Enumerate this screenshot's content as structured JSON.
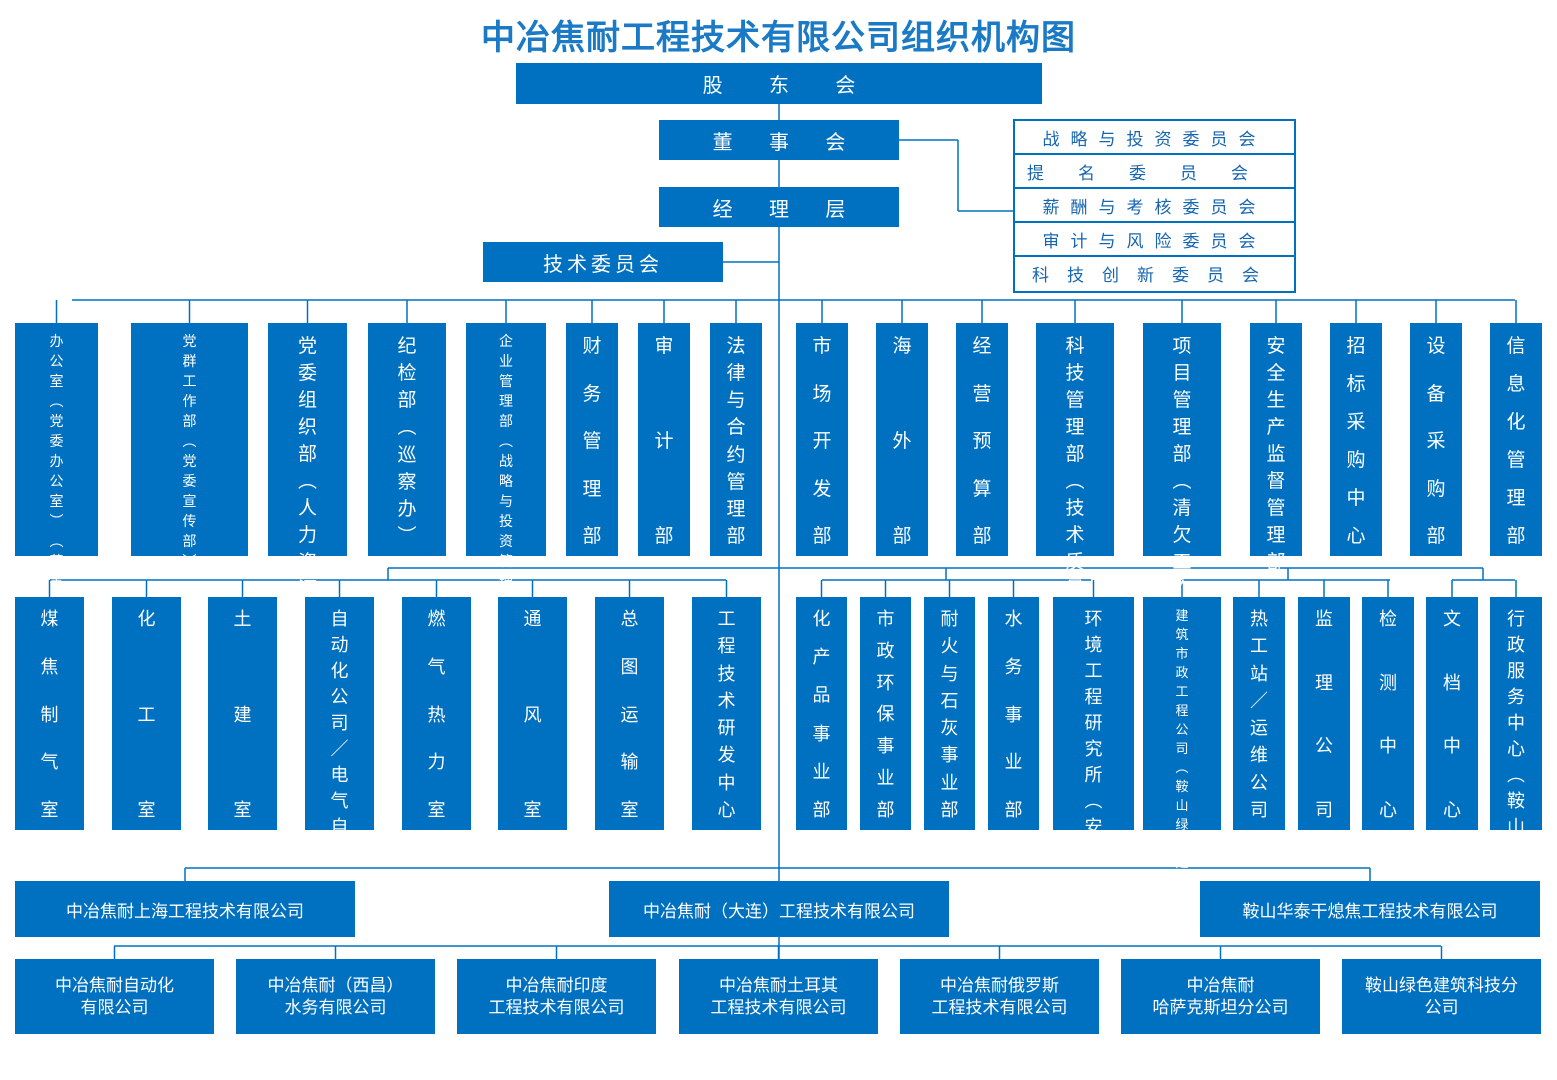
{
  "title": "中冶焦耐工程技术有限公司组织机构图",
  "top": {
    "shareholders": "股 东 会",
    "board": "董 事 会",
    "management": "经 理 层",
    "tech_committee": "技术委员会"
  },
  "committees": [
    "战略与投资委员会",
    "提名委员会",
    "薪酬与考核委员会",
    "审计与风险委员会",
    "科技创新委员会"
  ],
  "departments": [
    "办公室（党委办公室）（董事会办公室）",
    "党群工作部（党委宣传部）（工会）（团委）",
    "党委组织部（人力资源部）",
    "纪检部（巡察办）",
    "企业管理部（战略与投资管理部）",
    "财务管理部",
    "审计部",
    "法律与合约管理部",
    "市场开发部",
    "海外部",
    "经营预算部",
    "科技管理部（技术质量管理部）",
    "项目管理部（清欠工作办公室）",
    "安全生产监督管理部",
    "招标采购中心",
    "设备采购部",
    "信息化管理部"
  ],
  "units": [
    "煤焦制气室",
    "化工室",
    "土建室",
    "自动化公司/电气自动化室",
    "燃气热力室",
    "通风室",
    "总图运输室",
    "工程技术研发中心",
    "化产品事业部",
    "市政环保事业部",
    "耐火与石灰事业部",
    "水务事业部",
    "环境工程研究所（安环室）",
    "建筑市政工程公司（鞍山绿色建筑科技分公司）",
    "热工站/运维公司",
    "监理公司",
    "检测中心",
    "文档中心",
    "行政服务中心（鞍山）"
  ],
  "subsidiaries_row1": [
    "中冶焦耐上海工程技术有限公司",
    "中冶焦耐（大连）工程技术有限公司",
    "鞍山华泰干熄焦工程技术有限公司"
  ],
  "subsidiaries_row2": [
    [
      "中冶焦耐自动化",
      "有限公司"
    ],
    [
      "中冶焦耐（西昌）",
      "水务有限公司"
    ],
    [
      "中冶焦耐印度",
      "工程技术有限公司"
    ],
    [
      "中冶焦耐土耳其",
      "工程技术有限公司"
    ],
    [
      "中冶焦耐俄罗斯",
      "工程技术有限公司"
    ],
    [
      "中冶焦耐",
      "哈萨克斯坦分公司"
    ],
    [
      "鞍山绿色建筑科技分",
      "公司"
    ]
  ],
  "colors": {
    "box": "#0070c0",
    "line": "#0070c0",
    "title": "#1a7ac6",
    "text_on_box": "#ffffff",
    "committee_text": "#1565b0"
  }
}
